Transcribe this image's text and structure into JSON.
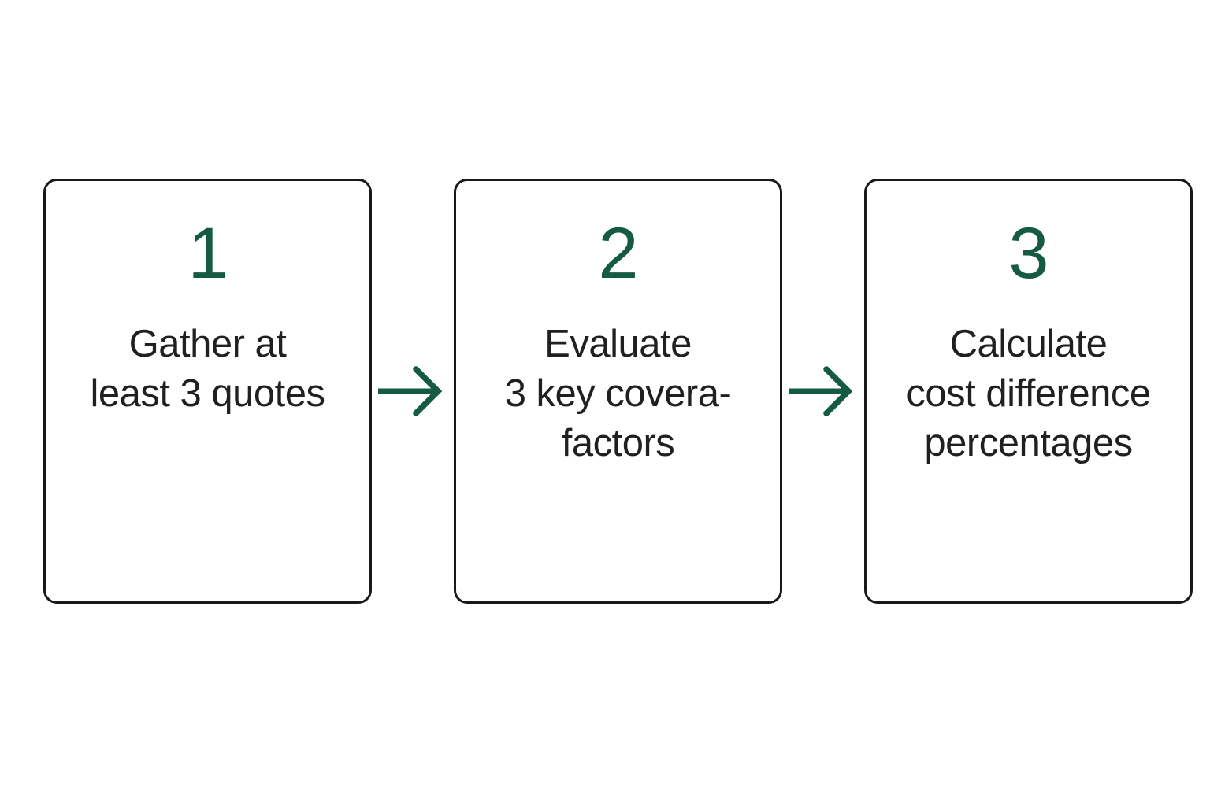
{
  "diagram": {
    "type": "horizontal-process-flow",
    "background_color": "#ffffff",
    "step_count": 3,
    "accent_color": "#155a43",
    "text_color": "#1f2120",
    "border_color": "#181a19",
    "steps": [
      {
        "number": "1",
        "text": "Gather at\nleast 3 quotes",
        "lines": [
          "Gather at",
          "least 3 quotes"
        ]
      },
      {
        "number": "2",
        "text": "Evaluate\n3 key covera-\nfactors",
        "lines": [
          "Evaluate",
          "3 key covera-",
          "factors"
        ]
      },
      {
        "number": "3",
        "text": "Calculate\ncost difference\npercentages",
        "lines": [
          "Calculate",
          "cost difference",
          "percentages"
        ]
      }
    ],
    "connectors": [
      {
        "icon": "arrow-right-icon",
        "color": "#155a43"
      },
      {
        "icon": "arrow-right-icon",
        "color": "#155a43"
      }
    ]
  }
}
